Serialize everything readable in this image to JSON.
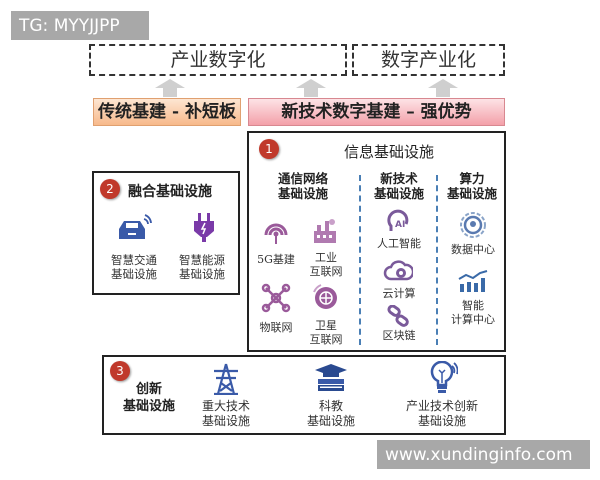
{
  "watermarks": {
    "top_left": "TG: MYYJJPP",
    "bottom_right": "www.xundinginfo.com"
  },
  "top": {
    "industrial_digitization": "产业数字化",
    "digital_industrialization": "数字产业化"
  },
  "bands": {
    "traditional": "传统基建 - 补短板",
    "new": "新技术数字基建 – 强优势"
  },
  "colors": {
    "badge": "#c0392b",
    "purple_icons": "#8e4e8e",
    "blue_icons": "#3a5a9a",
    "traditional_band": "#f7b98b",
    "new_band": "#f3a0a9"
  },
  "info": {
    "badge": "1",
    "title": "信息基础设施",
    "columns": [
      {
        "heading_1": "通信网络",
        "heading_2": "基础设施",
        "items": [
          {
            "icon": "5g-antenna-icon",
            "label_1": "5G基建",
            "label_2": ""
          },
          {
            "icon": "factory-icon",
            "label_1": "工业",
            "label_2": "互联网"
          },
          {
            "icon": "iot-network-icon",
            "label_1": "物联网",
            "label_2": ""
          },
          {
            "icon": "satellite-globe-icon",
            "label_1": "卫星",
            "label_2": "互联网"
          }
        ]
      },
      {
        "heading_1": "新技术",
        "heading_2": "基础设施",
        "items": [
          {
            "icon": "ai-head-icon",
            "label_1": "人工智能"
          },
          {
            "icon": "cloud-computing-icon",
            "label_1": "云计算"
          },
          {
            "icon": "blockchain-link-icon",
            "label_1": "区块链"
          }
        ]
      },
      {
        "heading_1": "算力",
        "heading_2": "基础设施",
        "items": [
          {
            "icon": "data-center-icon",
            "label_1": "数据中心",
            "label_2": ""
          },
          {
            "icon": "bar-chart-icon",
            "label_1": "智能",
            "label_2": "计算中心"
          }
        ]
      }
    ]
  },
  "fusion": {
    "badge": "2",
    "title": "融合基础设施",
    "items": [
      {
        "icon": "smart-car-icon",
        "label_1": "智慧交通",
        "label_2": "基础设施"
      },
      {
        "icon": "power-plug-icon",
        "label_1": "智慧能源",
        "label_2": "基础设施"
      }
    ]
  },
  "innovation": {
    "badge": "3",
    "title_1": "创新",
    "title_2": "基础设施",
    "items": [
      {
        "icon": "power-tower-icon",
        "label_1": "重大技术",
        "label_2": "基础设施"
      },
      {
        "icon": "books-graduation-icon",
        "label_1": "科教",
        "label_2": "基础设施"
      },
      {
        "icon": "lightbulb-icon",
        "label_1": "产业技术创新",
        "label_2": "基础设施"
      }
    ]
  }
}
